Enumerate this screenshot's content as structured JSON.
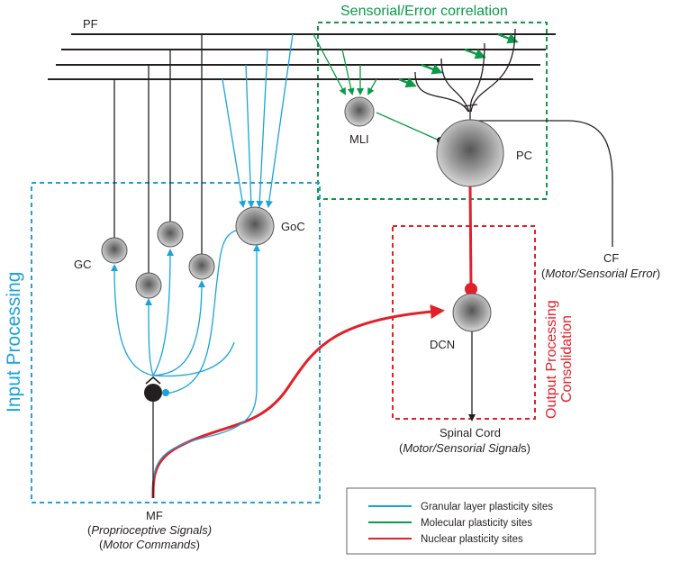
{
  "colors": {
    "granular": "#1aa3dc",
    "molecular": "#0a9a48",
    "nuclear": "#e3202a",
    "fiber": "#231f20"
  },
  "labels": {
    "pf": "PF",
    "mli": "MLI",
    "pc": "PC",
    "gc": "GC",
    "goc": "GoC",
    "dcn": "DCN",
    "cf": "CF",
    "cf_sub_open": "(",
    "cf_sub_italic": "Motor/Sensorial Error",
    "cf_sub_close": ")",
    "mf": "MF",
    "mf_sub1_open": "(",
    "mf_sub1_italic": "Proprioceptive Signals)",
    "mf_sub2_open": "(",
    "mf_sub2_italic": "Motor Commands",
    "mf_sub2_close": ")",
    "spinal": "Spinal Cord",
    "spinal_sub_open": "(",
    "spinal_sub_italic": "Motor/Sensorial Signal",
    "spinal_sub_close": "s)"
  },
  "regions": {
    "sensorial": "Sensorial/Error correlation",
    "input": "Input Processing",
    "output_line1": "Output Processing",
    "output_line2": "Consolidation"
  },
  "legend": {
    "items": [
      {
        "label": "Granular layer plasticity sites",
        "color": "#1aa3dc"
      },
      {
        "label": "Molecular plasticity sites",
        "color": "#0a9a48"
      },
      {
        "label": "Nuclear plasticity sites",
        "color": "#e3202a"
      }
    ]
  }
}
